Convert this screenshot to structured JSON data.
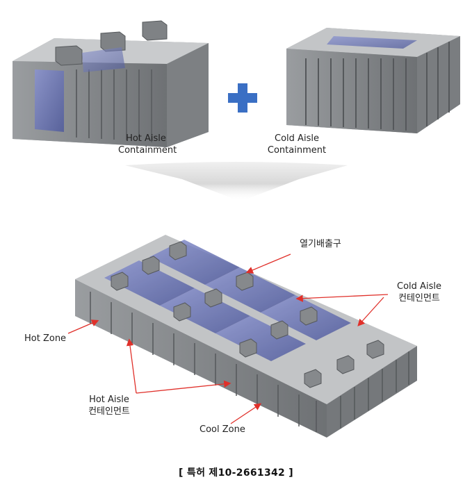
{
  "top": {
    "hot_label_line1": "Hot Aisle",
    "hot_label_line2": "Containment",
    "cold_label_line1": "Cold Aisle",
    "cold_label_line2": "Containment"
  },
  "bottom": {
    "exhaust_label": "열기배출구",
    "cold_line1": "Cold Aisle",
    "cold_line2": "컨테인먼트",
    "hot_zone": "Hot Zone",
    "hot_aisle_line1": "Hot Aisle",
    "hot_aisle_line2": "컨테인먼트",
    "cool_zone": "Cool Zone"
  },
  "caption": "[ 특허 제10-2661342 ]",
  "colors": {
    "arrow_red": "#e0302a",
    "plus_blue": "#3a6fc4",
    "frame_gray": "#8a8d90",
    "glass_blue": "#6d79b8"
  }
}
